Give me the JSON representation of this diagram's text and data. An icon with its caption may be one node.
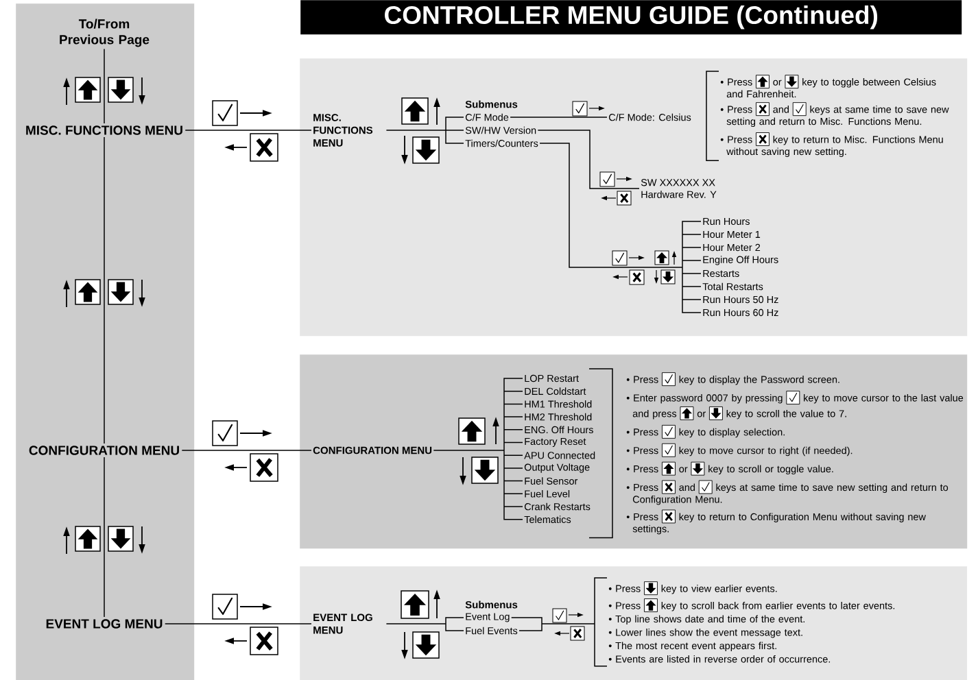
{
  "diagram": {
    "title": "CONTROLLER MENU GUIDE (Continued)",
    "nodes": [
      {
        "text": [],
        "shape": "box"
      },
      {
        "text": [
          "To/From Previous Page"
        ],
        "in": 0
      },
      {
        "text": [
          "MISC. FUNCTIONS MENU"
        ],
        "in": 0
      },
      {
        "text": [
          "CONFIGURATION MENU"
        ],
        "in": 0
      },
      {
        "text": [
          "EVENT LOG MENU"
        ],
        "in": 0
      },
      {
        "text": [],
        "shape": "box"
      },
      {
        "text": [
          "MISC. FUNCTIONS MENU"
        ],
        "in": 5
      },
      {
        "text": [
          "C/F Mode"
        ],
        "in": 5
      },
      {
        "text": [
          "SW/HW Version"
        ],
        "in": 5
      },
      {
        "text": [
          "Timers/Counters"
        ],
        "in": 5
      },
      {
        "text": [
          "C/F Mode: Celsius"
        ],
        "in": 5
      },
      {
        "text": [
          "• Press",
          "or",
          "key to toggle between Celsius and Fahrenheit.",
          "• Press",
          "and",
          "keys at same time to save new setting and return to Misc. Functions Menu.",
          "• Press",
          "key to return to Misc. Functions Menu without saving new setting."
        ],
        "in": 5
      },
      {
        "text": [
          "SW XXXXXX XX",
          "Hardware Rev. Y"
        ],
        "in": 5
      },
      {
        "text": [
          "Run Hours"
        ],
        "in": 5
      },
      {
        "text": [
          "Hour Meter 1"
        ],
        "in": 5
      },
      {
        "text": [
          "Hour Meter 2"
        ],
        "in": 5
      },
      {
        "text": [
          "Engine Off Hours"
        ],
        "in": 5
      },
      {
        "text": [
          "Restarts"
        ],
        "in": 5
      },
      {
        "text": [
          "Total Restarts"
        ],
        "in": 5
      },
      {
        "text": [
          "Run Hours 50 Hz"
        ],
        "in": 5
      },
      {
        "text": [
          "Run Hours 60 Hz"
        ],
        "in": 5
      },
      {
        "text": [],
        "shape": "box"
      },
      {
        "text": [
          "CONFIGURATION MENU"
        ],
        "in": 21
      },
      {
        "text": [
          "LOP Restart"
        ],
        "in": 21
      },
      {
        "text": [
          "DEL Coldstart"
        ],
        "in": 21
      },
      {
        "text": [
          "HM1 Threshold"
        ],
        "in": 21
      },
      {
        "text": [
          "HM2 Threshold"
        ],
        "in": 21
      },
      {
        "text": [
          "ENG. Off Hours"
        ],
        "in": 21
      },
      {
        "text": [
          "Factory Reset"
        ],
        "in": 21
      },
      {
        "text": [
          "APU Connected"
        ],
        "in": 21
      },
      {
        "text": [
          "Output Voltage"
        ],
        "in": 21
      },
      {
        "text": [
          "Fuel Sensor"
        ],
        "in": 21
      },
      {
        "text": [
          "Fuel Level"
        ],
        "in": 21
      },
      {
        "text": [
          "Crank Restarts"
        ],
        "in": 21
      },
      {
        "text": [
          "Telematics"
        ],
        "in": 21
      },
      {
        "text": [
          "• Press",
          "key to display the Password screen.",
          "• Enter password 0007 by pressing",
          "key to move cursor to the last value and press",
          "or",
          "key to scroll the value to 7.",
          "• Press",
          "key to display selection.",
          "• Press",
          "key to move cursor to right (if needed).",
          "• Press",
          "or",
          "key to scroll or toggle value.",
          "• Press",
          "and",
          "keys at same time to save new setting and return to Configuration Menu.",
          "• Press",
          "key to return to Configuration Menu without saving new settings."
        ],
        "in": 21
      },
      {
        "text": [],
        "shape": "box"
      },
      {
        "text": [
          "EVENT LOG MENU"
        ],
        "in": 36
      },
      {
        "text": [
          "Event Log"
        ],
        "in": 36
      },
      {
        "text": [
          "Fuel Events"
        ],
        "in": 36
      },
      {
        "text": [
          "• Press",
          "key to view earlier events.",
          "• Press",
          "key to scroll back from earlier events to later events.",
          "• Top line shows date and time of the event.",
          "• Lower lines show the event message text.",
          "• The most recent event appears first.",
          "• Events are listed in reverse order of occurrence."
        ],
        "in": 36
      }
    ],
    "edges": [
      {
        "from": 1,
        "to": 2,
        "arrow": "none"
      },
      {
        "from": 2,
        "to": 3,
        "arrow": "none"
      },
      {
        "from": 3,
        "to": 4,
        "arrow": "none"
      },
      {
        "from": 2,
        "to": 6,
        "arrow": "none"
      },
      {
        "from": 3,
        "to": 22,
        "arrow": "none"
      },
      {
        "from": 4,
        "to": 37,
        "arrow": "none"
      },
      {
        "from": 6,
        "to": 7,
        "arrow": "none"
      },
      {
        "from": 6,
        "to": 8,
        "arrow": "none"
      },
      {
        "from": 6,
        "to": 9,
        "arrow": "none"
      },
      {
        "from": 7,
        "to": 10,
        "arrow": "none"
      },
      {
        "from": 8,
        "to": 12,
        "arrow": "none"
      },
      {
        "from": 9,
        "to": 13,
        "arrow": "none"
      },
      {
        "from": 9,
        "to": 14,
        "arrow": "none"
      },
      {
        "from": 9,
        "to": 15,
        "arrow": "none"
      },
      {
        "from": 9,
        "to": 16,
        "arrow": "none"
      },
      {
        "from": 9,
        "to": 17,
        "arrow": "none"
      },
      {
        "from": 9,
        "to": 18,
        "arrow": "none"
      },
      {
        "from": 9,
        "to": 19,
        "arrow": "none"
      },
      {
        "from": 9,
        "to": 20,
        "arrow": "none"
      },
      {
        "from": 22,
        "to": 23,
        "arrow": "none"
      },
      {
        "from": 22,
        "to": 24,
        "arrow": "none"
      },
      {
        "from": 22,
        "to": 25,
        "arrow": "none"
      },
      {
        "from": 22,
        "to": 26,
        "arrow": "none"
      },
      {
        "from": 22,
        "to": 27,
        "arrow": "none"
      },
      {
        "from": 22,
        "to": 28,
        "arrow": "none"
      },
      {
        "from": 22,
        "to": 29,
        "arrow": "none"
      },
      {
        "from": 22,
        "to": 30,
        "arrow": "none"
      },
      {
        "from": 22,
        "to": 31,
        "arrow": "none"
      },
      {
        "from": 22,
        "to": 32,
        "arrow": "none"
      },
      {
        "from": 22,
        "to": 33,
        "arrow": "none"
      },
      {
        "from": 22,
        "to": 34,
        "arrow": "none"
      },
      {
        "from": 37,
        "to": 38,
        "arrow": "none"
      },
      {
        "from": 37,
        "to": 39,
        "arrow": "none"
      },
      {
        "from": 38,
        "to": 40,
        "arrow": "none"
      },
      {
        "from": 39,
        "to": 40,
        "arrow": "none"
      }
    ],
    "labels": [
      "Submenus",
      "Submenus"
    ]
  }
}
